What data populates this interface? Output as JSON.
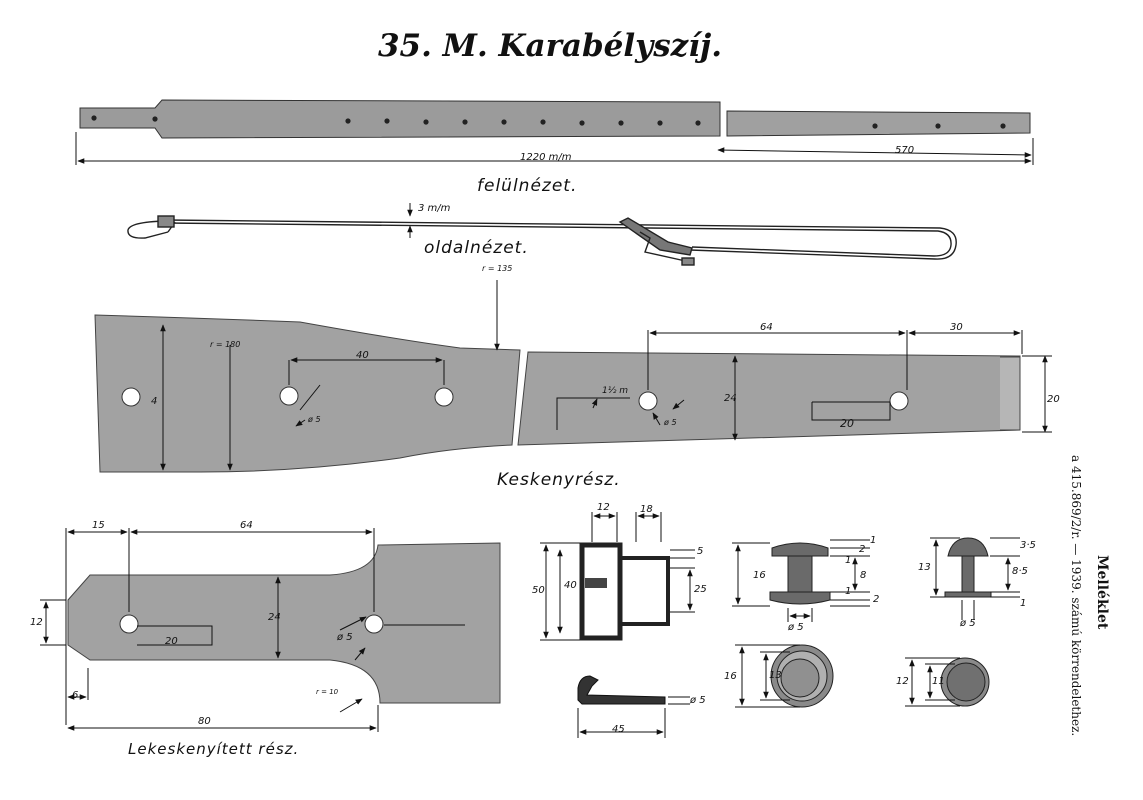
{
  "title": "35. M. Karabélyszíj.",
  "views": {
    "top_view": "felülnézet.",
    "side_view": "oldalnézet.",
    "narrow_part": "Keskenyrész.",
    "tapered_part": "Lekeskenyített rész."
  },
  "dimensions": {
    "total_length": "1220 m/m",
    "end_length": "570",
    "thickness": "3 m/m",
    "r135": "r = 135",
    "r180": "r = 180",
    "hole_spacing_40": "40",
    "width_narrow_a": "4",
    "d5_a": "ø 5",
    "d15": "1½ m",
    "d5_b": "ø 5",
    "w24_a": "24",
    "d64_a": "64",
    "d30": "30",
    "d20_a": "20",
    "d20_end": "20",
    "d15_b": "15",
    "d64_b": "64",
    "d12": "12",
    "d24_b": "24",
    "d20_b": "20",
    "d5_c": "ø 5",
    "d6": "6",
    "r10": "r = 10",
    "d80": "80",
    "b12": "12",
    "b18": "18",
    "b5": "5",
    "b50": "50",
    "b40": "40",
    "b25": "25",
    "b45": "45",
    "b5b": "ø 5",
    "r16": "16",
    "r1a": "1",
    "r2a": "2",
    "r1b": "1",
    "r8": "8",
    "r1c": "1",
    "r2b": "2",
    "r_d5": "ø 5",
    "s13": "13",
    "s35": "3·5",
    "s85": "8·5",
    "s1": "1",
    "s_d5": "ø 5",
    "c16": "16",
    "c13": "13",
    "c12": "12",
    "c11": "11"
  },
  "side_note": {
    "title": "Melléklet",
    "text": "a 415.869/2/r. — 1939. számú körrendelethez."
  }
}
